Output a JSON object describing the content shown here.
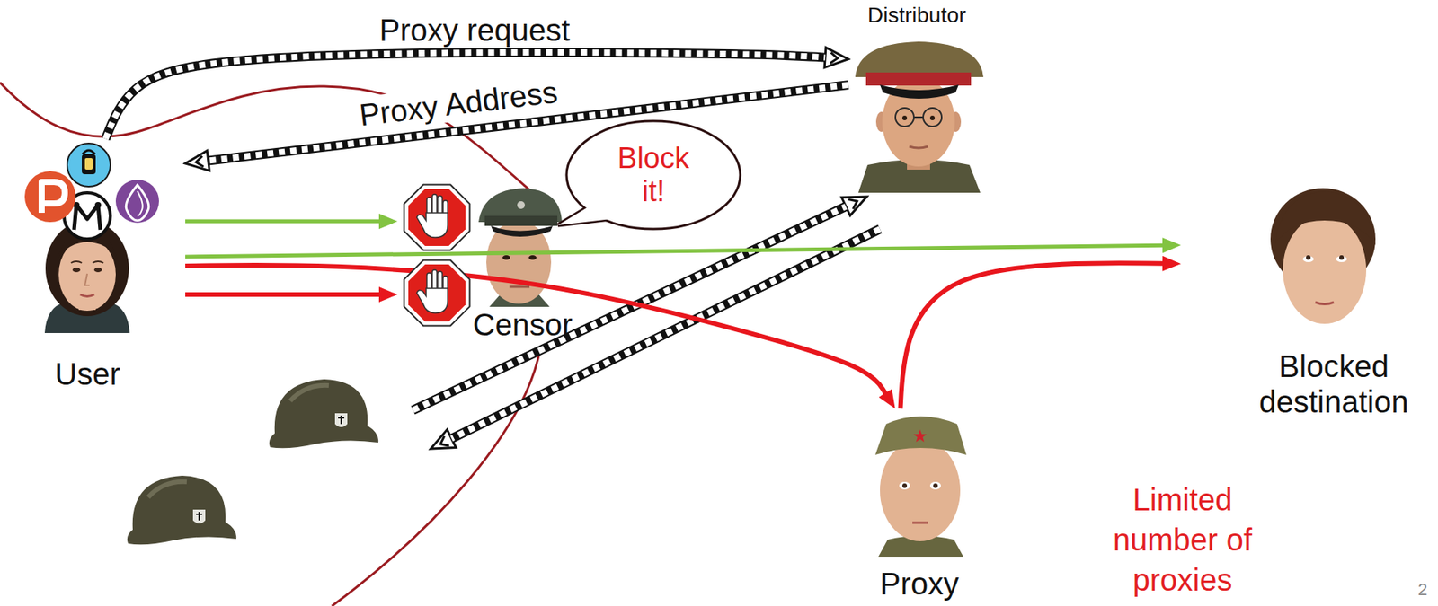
{
  "diagram": {
    "nodes": [
      {
        "text": [
          "Distributor"
        ]
      },
      {
        "text": [
          "User"
        ]
      },
      {
        "text": [
          "Block it!"
        ]
      },
      {
        "text": [
          "Censor"
        ]
      },
      {
        "text": [
          "Blocked destination"
        ]
      },
      {
        "text": [
          "Proxy"
        ]
      }
    ],
    "edges": [
      {
        "from": 1,
        "to": 0,
        "arrow": "to",
        "label": "Proxy request"
      },
      {
        "from": 0,
        "to": 1,
        "arrow": "to",
        "label": "Proxy Address"
      },
      {
        "from": 1,
        "to": 3,
        "arrow": "to"
      },
      {
        "from": 1,
        "to": 3,
        "arrow": "to"
      },
      {
        "from": 1,
        "to": 4,
        "arrow": "to"
      },
      {
        "from": 1,
        "to": 5,
        "arrow": "to"
      },
      {
        "from": 5,
        "to": 4,
        "arrow": "to"
      }
    ],
    "labels": [
      "Limited number of proxies",
      "2"
    ]
  }
}
